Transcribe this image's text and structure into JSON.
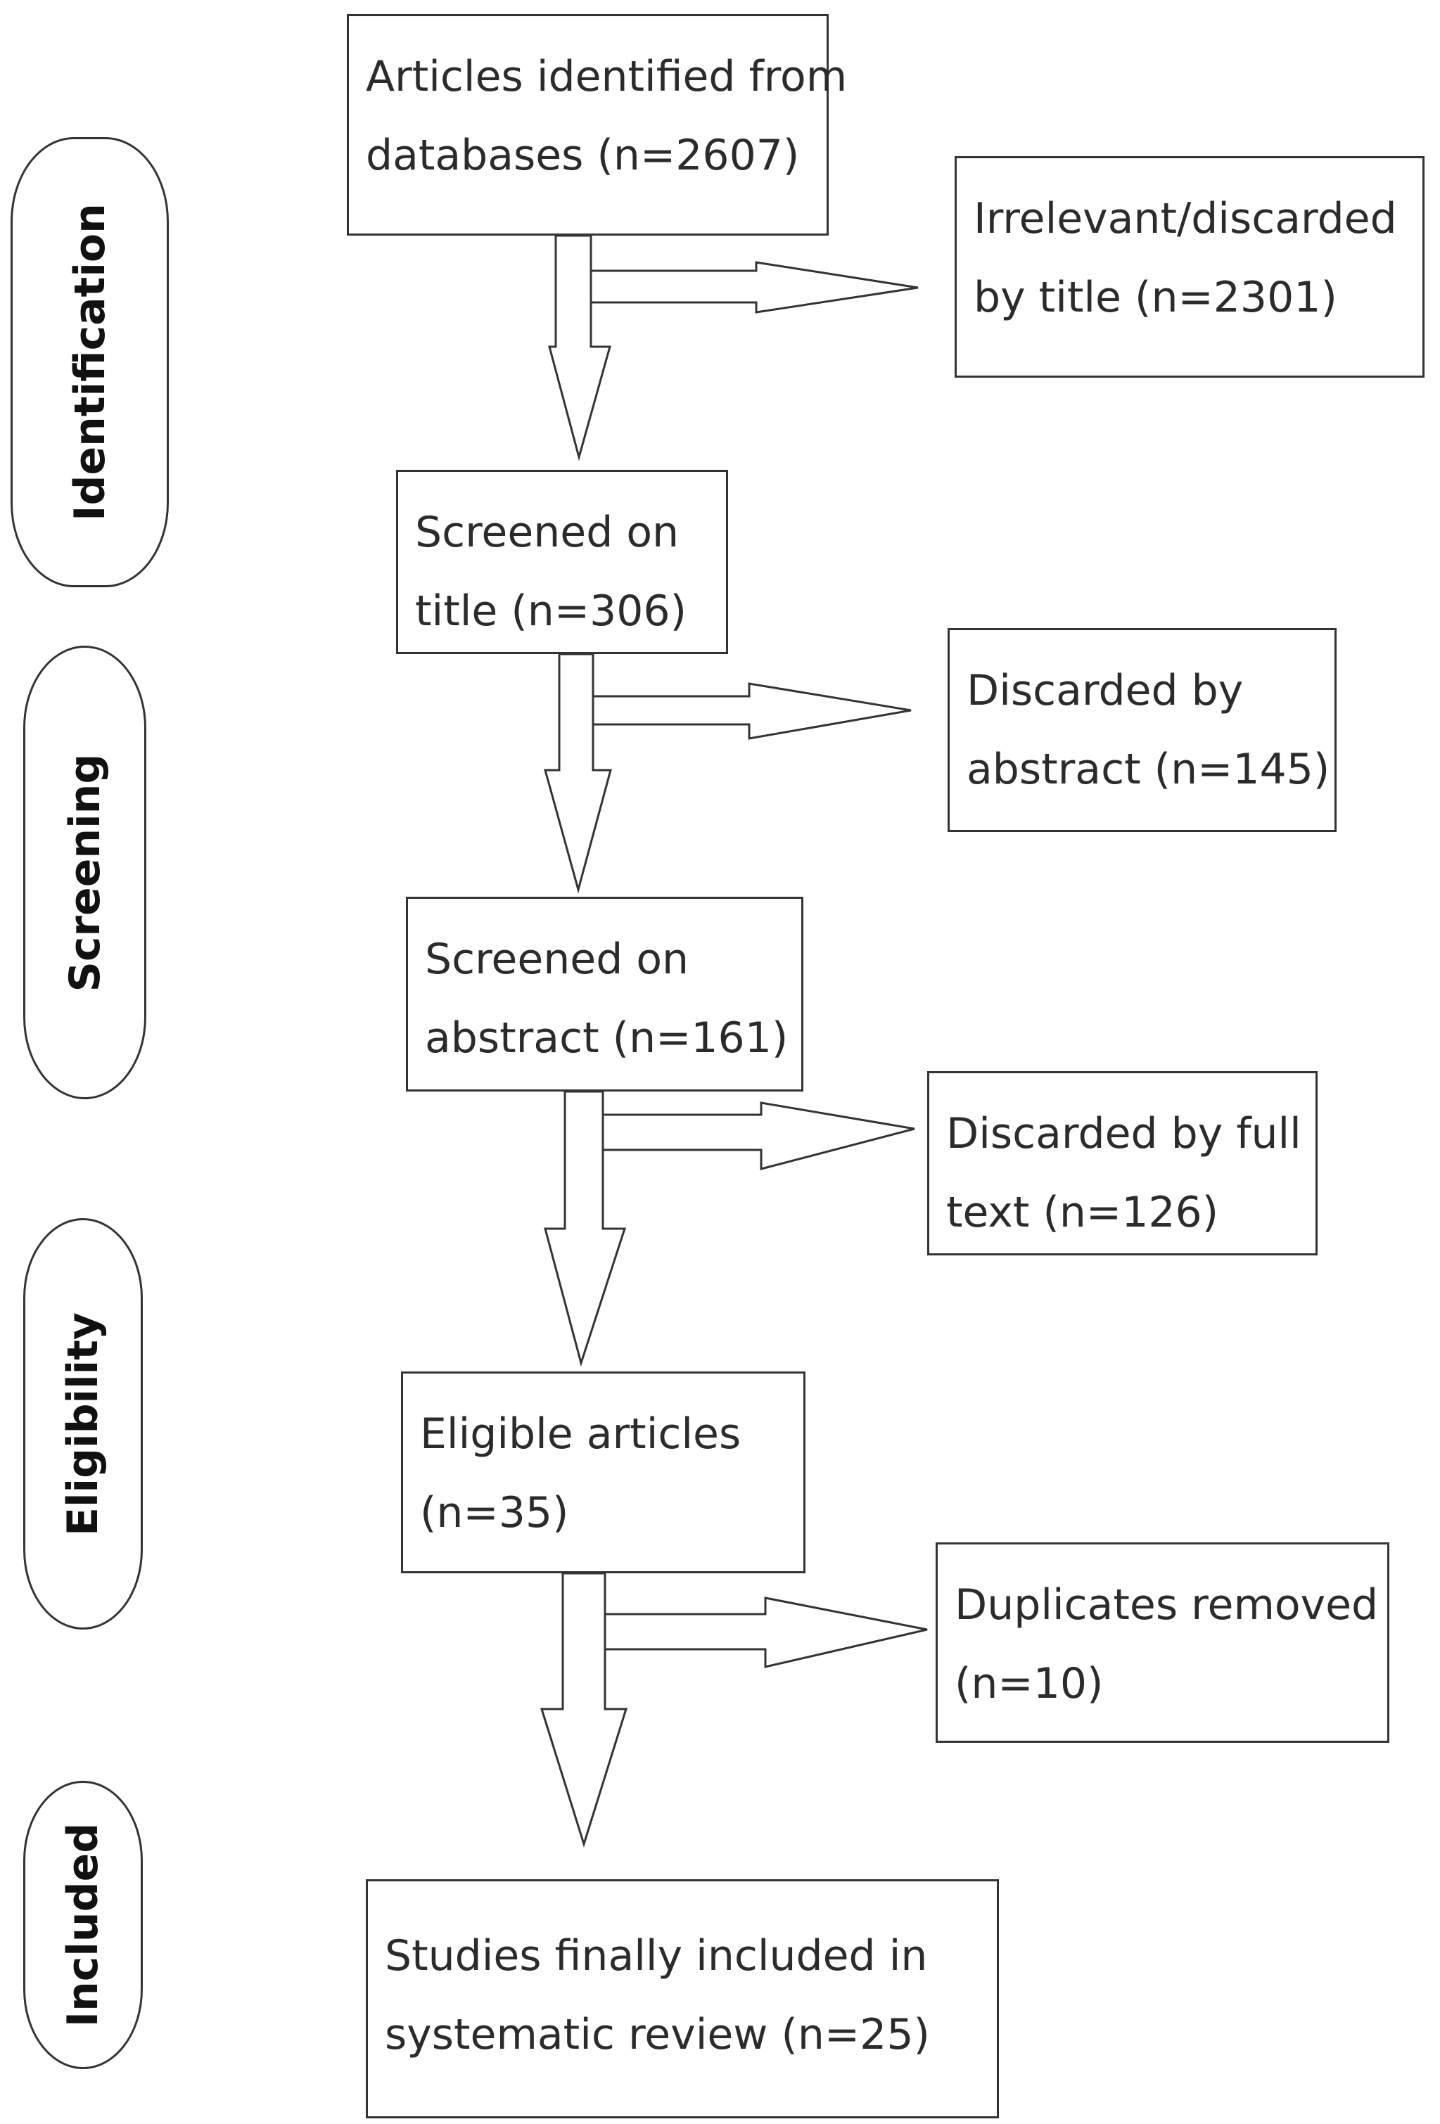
{
  "stages": [
    {
      "label": "Identification"
    },
    {
      "label": "Screening"
    },
    {
      "label": "Eligibility"
    },
    {
      "label": "Included"
    }
  ],
  "main_boxes": [
    {
      "line1": "Articles identified from",
      "line2": "databases (n=2607)"
    },
    {
      "line1": "Screened on",
      "line2": "title (n=306)"
    },
    {
      "line1": "Screened on",
      "line2": "abstract (n=161)"
    },
    {
      "line1": "Eligible articles",
      "line2": "(n=35)"
    },
    {
      "line1": "Studies finally included in",
      "line2": "systematic review (n=25)"
    }
  ],
  "side_boxes": [
    {
      "line1": "Irrelevant/discarded",
      "line2": "by title (n=2301)"
    },
    {
      "line1": "Discarded by",
      "line2": "abstract (n=145)"
    },
    {
      "line1": "Discarded by full",
      "line2": "text (n=126)"
    },
    {
      "line1": "Duplicates removed",
      "line2": "(n=10)"
    }
  ]
}
